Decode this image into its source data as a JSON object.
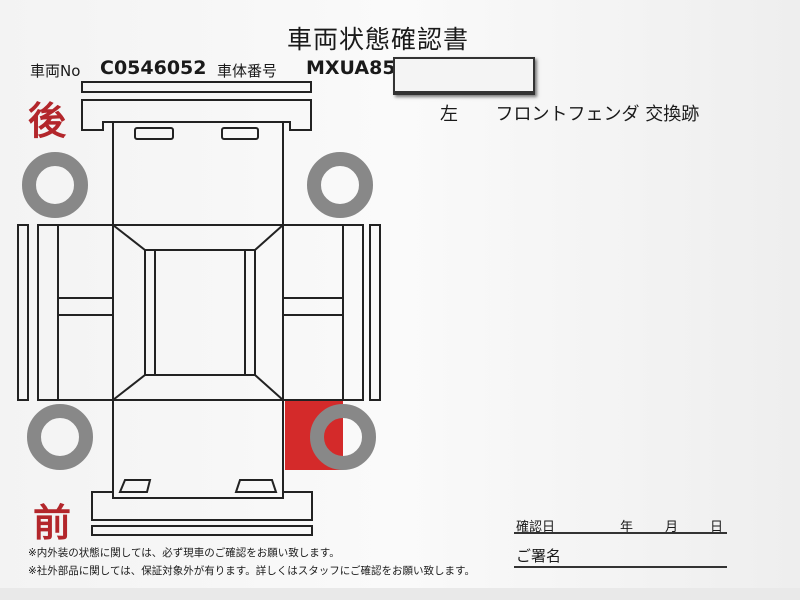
{
  "document": {
    "title": "車両状態確認書",
    "vehicle_no_label": "車両No",
    "vehicle_no": "C0546052",
    "chassis_no_label": "車体番号",
    "chassis_no": "MXUA85",
    "rear_label": "後",
    "front_label": "前",
    "damage_note": {
      "side": "左",
      "part": "フロントフェンダ",
      "status": "交換跡"
    },
    "highlight_color": "#d42a2a",
    "notes": [
      "※内外装の状態に関しては、必ず現車のご確認をお願い致します。",
      "※社外部品に関しては、保証対象外が有ります。詳しくはスタッフにご確認をお願い致します。"
    ],
    "confirm_date_label": "確認日",
    "year_label": "年",
    "month_label": "月",
    "day_label": "日",
    "signature_label": "ご署名"
  }
}
